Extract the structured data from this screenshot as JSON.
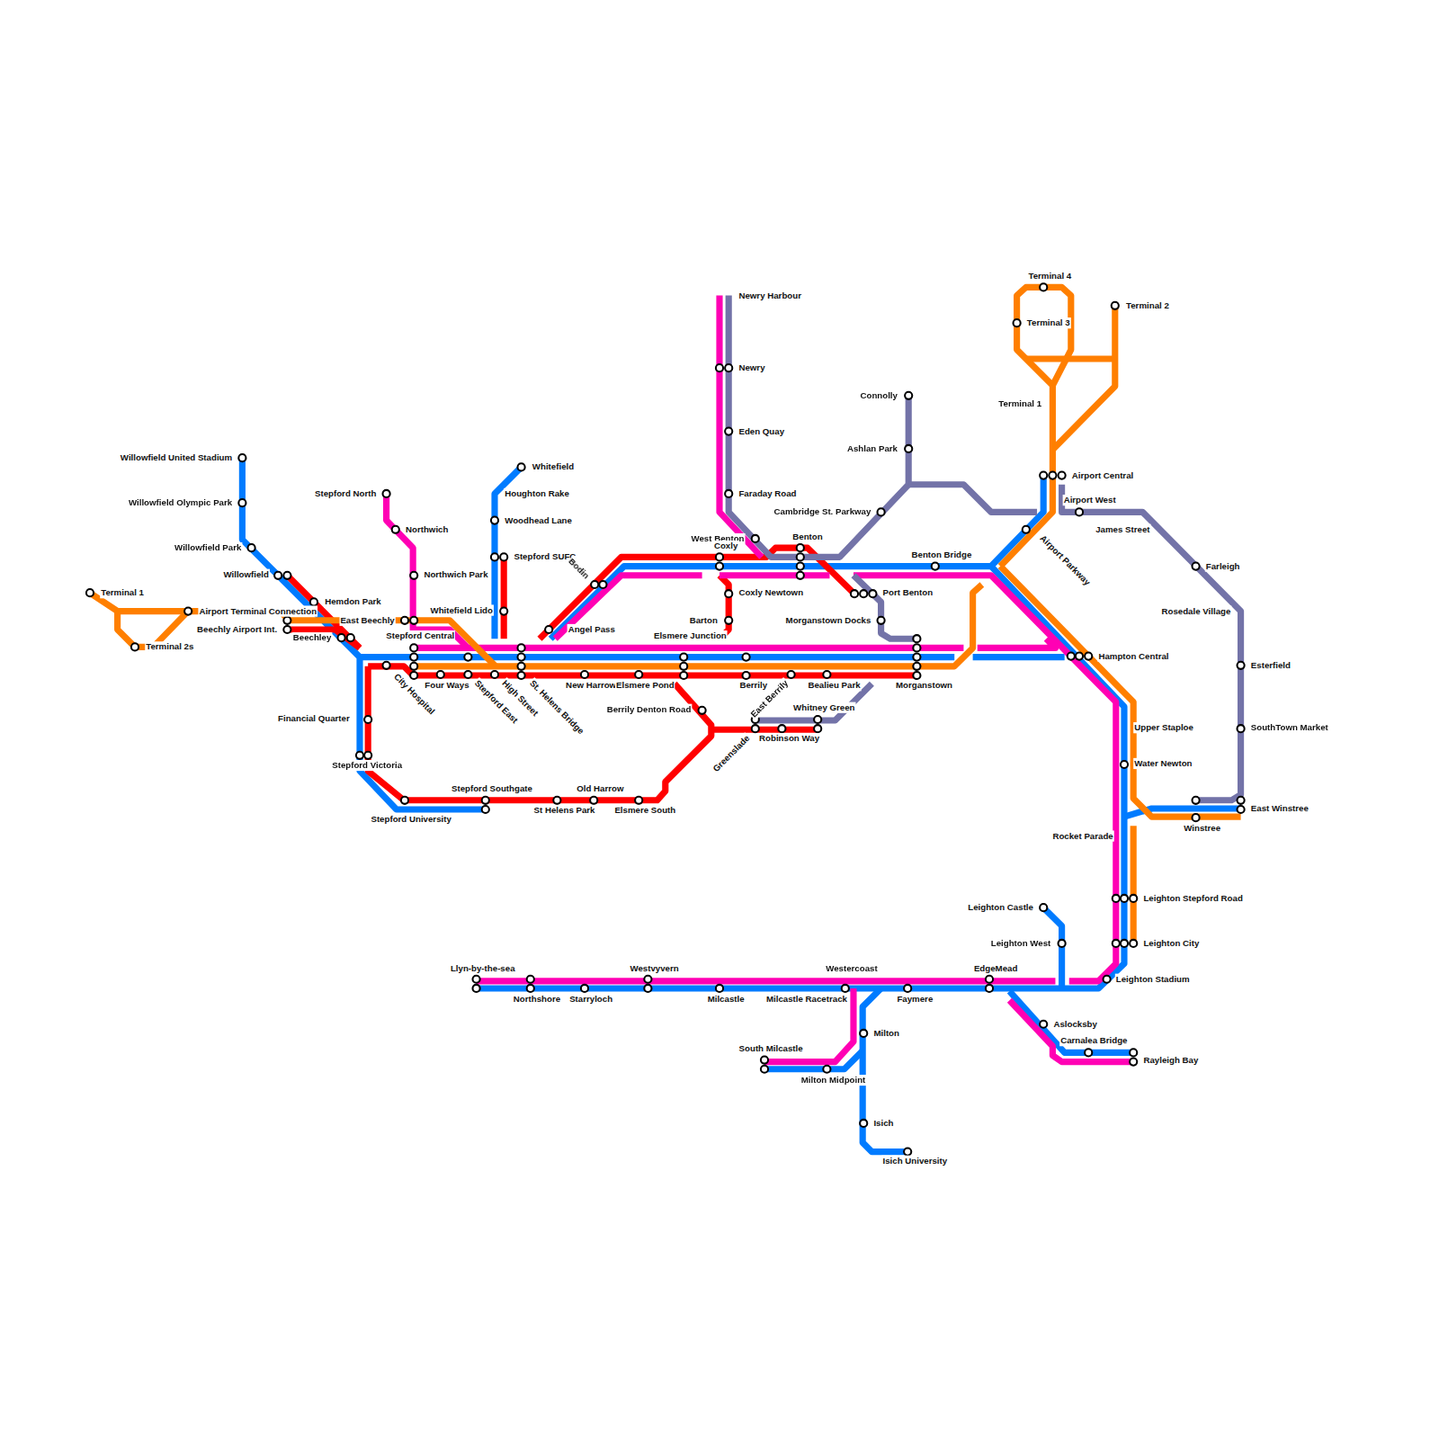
{
  "diagram": {
    "labels": [
      "Newry Harbour",
      "Terminal 4",
      "Terminal 2",
      "Terminal 3",
      "Newry",
      "Connolly",
      "Terminal 1",
      "Eden Quay",
      "Ashlan Park",
      "Willowfield United Stadium",
      "Whitefield",
      "Airport Central",
      "Stepford North",
      "Houghton Rake",
      "Faraday Road",
      "Airport West",
      "Willowfield Olympic Park",
      "Cambridge St. Parkway",
      "Woodhead Lane",
      "Northwich",
      "James Street",
      "Airport Parkway",
      "Benton",
      "West Benton",
      "Coxly",
      "Willowfield Park",
      "Benton Bridge",
      "Stepford SUFC",
      "Bodin",
      "Farleigh",
      "Willowfield",
      "Northwich Park",
      "Coxly Newtown",
      "Port Benton",
      "Terminal 1",
      "Hemdon Park",
      "Airport Terminal Connection",
      "Whitefield Lido",
      "Rosedale Village",
      "East Beechly",
      "Barton",
      "Morganstown Docks",
      "Beechly Airport Int.",
      "Angel Pass",
      "Stepford Central",
      "Elsmere Junction",
      "Beechley",
      "Terminal 2s",
      "Hampton Central",
      "Esterfield",
      "City Hospital",
      "Four Ways",
      "Stepford East",
      "High Street",
      "St. Helens Bridge",
      "New Harrow",
      "Elsmere Pond",
      "Berrily",
      "East Berrily",
      "Bealieu Park",
      "Morganstown",
      "Whitney Green",
      "Berrily Denton Road",
      "Financial Quarter",
      "Upper Staploe",
      "SouthTown Market",
      "Greenslade",
      "Robinson Way",
      "Water Newton",
      "Stepford Victoria",
      "Stepford Southgate",
      "Old Harrow",
      "East Winstree",
      "St Helens Park",
      "Elsmere South",
      "Stepford University",
      "Winstree",
      "Rocket Parade",
      "Leighton Stepford Road",
      "Leighton Castle",
      "Leighton West",
      "Leighton City",
      "Llyn-by-the-sea",
      "Westvyvern",
      "Westercoast",
      "EdgeMead",
      "Leighton Stadium",
      "Northshore",
      "Starryloch",
      "Milcastle",
      "Milcastle Racetrack",
      "Faymere",
      "Aslocksby",
      "Milton",
      "Carnalea Bridge",
      "South Milcastle",
      "Rayleigh Bay",
      "Milton Midpoint",
      "Isich",
      "Isich University"
    ]
  }
}
